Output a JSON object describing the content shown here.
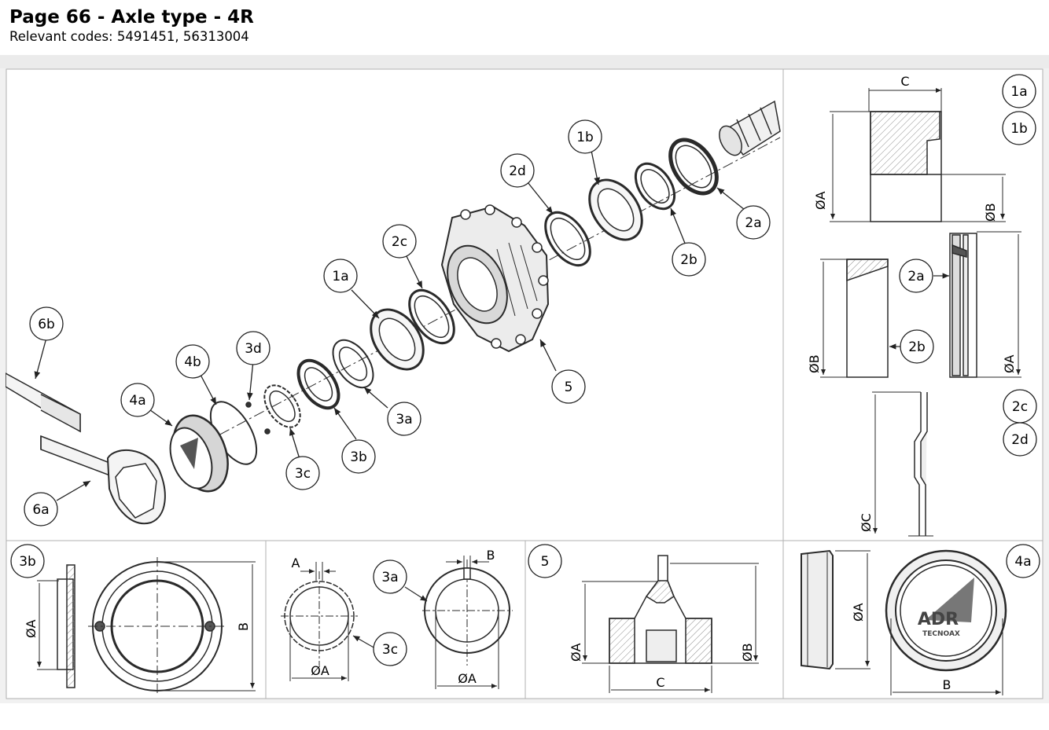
{
  "header": {
    "title": "Page 66 - Axle type - 4R",
    "codes": "Relevant codes: 5491451, 56313004"
  },
  "callouts": {
    "c1a": "1a",
    "c1b": "1b",
    "c2a": "2a",
    "c2b": "2b",
    "c2c": "2c",
    "c2d": "2d",
    "c3a": "3a",
    "c3b": "3b",
    "c3c": "3c",
    "c3d": "3d",
    "c4a": "4a",
    "c4b": "4b",
    "c5": "5",
    "c6a": "6a",
    "c6b": "6b"
  },
  "dims": {
    "oa": "ØA",
    "ob": "ØB",
    "oc": "ØC",
    "a_plain": "A",
    "b": "B",
    "c": "C"
  },
  "logo": {
    "brand": "ADR",
    "sub": "TECNOAX"
  },
  "colors": {
    "line": "#2a2a2a",
    "grey": "#8a8a8a",
    "hatch": "#9a9a9a",
    "panel_border": "#b0b0b0"
  }
}
